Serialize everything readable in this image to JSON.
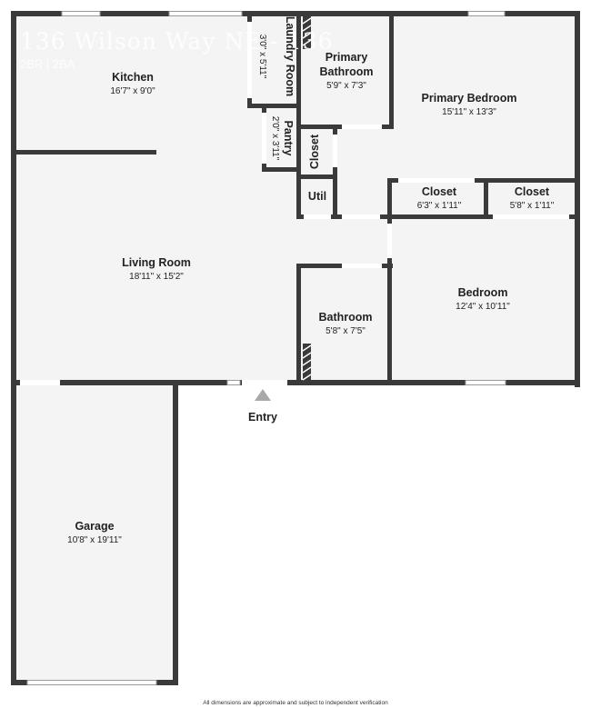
{
  "header": {
    "title": "136 Wilson Way NE - 136",
    "subtitle": "2BR | 2BA"
  },
  "rooms": {
    "kitchen": {
      "name": "Kitchen",
      "dims": "16'7\" x 9'0\""
    },
    "laundry": {
      "name": "Laundry Room",
      "dims": "3'0\" x 5'11\""
    },
    "pantry": {
      "name": "Pantry",
      "dims": "2'0\" x 3'11\""
    },
    "primary_bathroom": {
      "name_line1": "Primary",
      "name_line2": "Bathroom",
      "dims": "5'9\" x 7'3\""
    },
    "primary_bedroom": {
      "name": "Primary Bedroom",
      "dims": "15'11\" x 13'3\""
    },
    "closet_vertical": {
      "name": "Closet"
    },
    "util": {
      "name": "Util"
    },
    "closet_1": {
      "name": "Closet",
      "dims": "6'3\" x 1'11\""
    },
    "closet_2": {
      "name": "Closet",
      "dims": "5'8\" x 1'11\""
    },
    "living_room": {
      "name": "Living Room",
      "dims": "18'11\" x 15'2\""
    },
    "bathroom": {
      "name": "Bathroom",
      "dims": "5'8\" x 7'5\""
    },
    "bedroom": {
      "name": "Bedroom",
      "dims": "12'4\" x 10'11\""
    },
    "garage": {
      "name": "Garage",
      "dims": "10'8\" x 19'11\""
    }
  },
  "entry": {
    "label": "Entry"
  },
  "footer": {
    "disclaimer": "All dimensions are approximate and subject to independent verification"
  },
  "colors": {
    "wall": "#3a3a3a",
    "floor": "#f4f4f4",
    "marker": "#a8a8a8"
  }
}
